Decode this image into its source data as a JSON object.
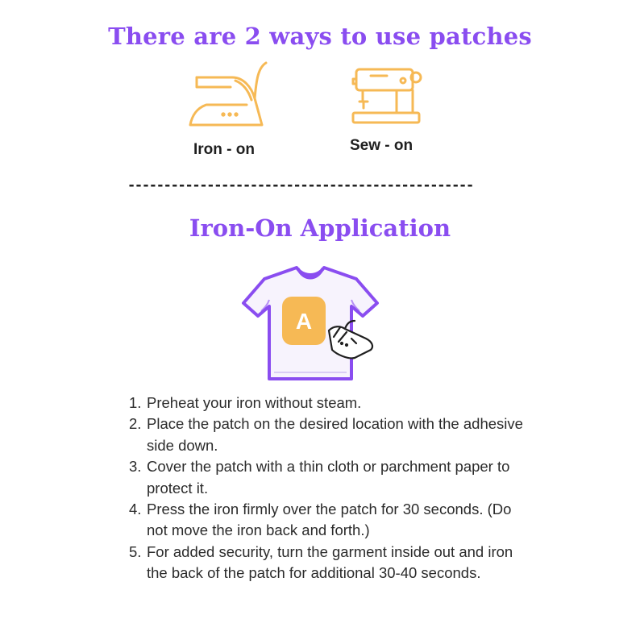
{
  "header": {
    "title": "There are 2 ways to use patches"
  },
  "methods": [
    {
      "label": "Iron - on",
      "icon": "iron-icon"
    },
    {
      "label": "Sew - on",
      "icon": "sewing-machine-icon"
    }
  ],
  "divider": {
    "text": "------------------------------------------------"
  },
  "section": {
    "title": "Iron-On Application",
    "patch_letter": "A",
    "steps": [
      {
        "num": "1.",
        "text": "Preheat your iron without steam."
      },
      {
        "num": "2.",
        "text": "Place the patch on the desired location with the adhesive side down."
      },
      {
        "num": "3.",
        "text": "Cover the patch with a thin cloth or parchment paper to protect it."
      },
      {
        "num": "4.",
        "text": "Press the iron firmly over the patch for 30 seconds. (Do not move the iron back and forth.)"
      },
      {
        "num": "5.",
        "text": "For added security, turn the garment inside out and iron the back of the patch for additional 30-40 seconds."
      }
    ]
  },
  "colors": {
    "accent": "#8a4df0",
    "icon": "#f6b955",
    "text": "#2b2b2b"
  }
}
